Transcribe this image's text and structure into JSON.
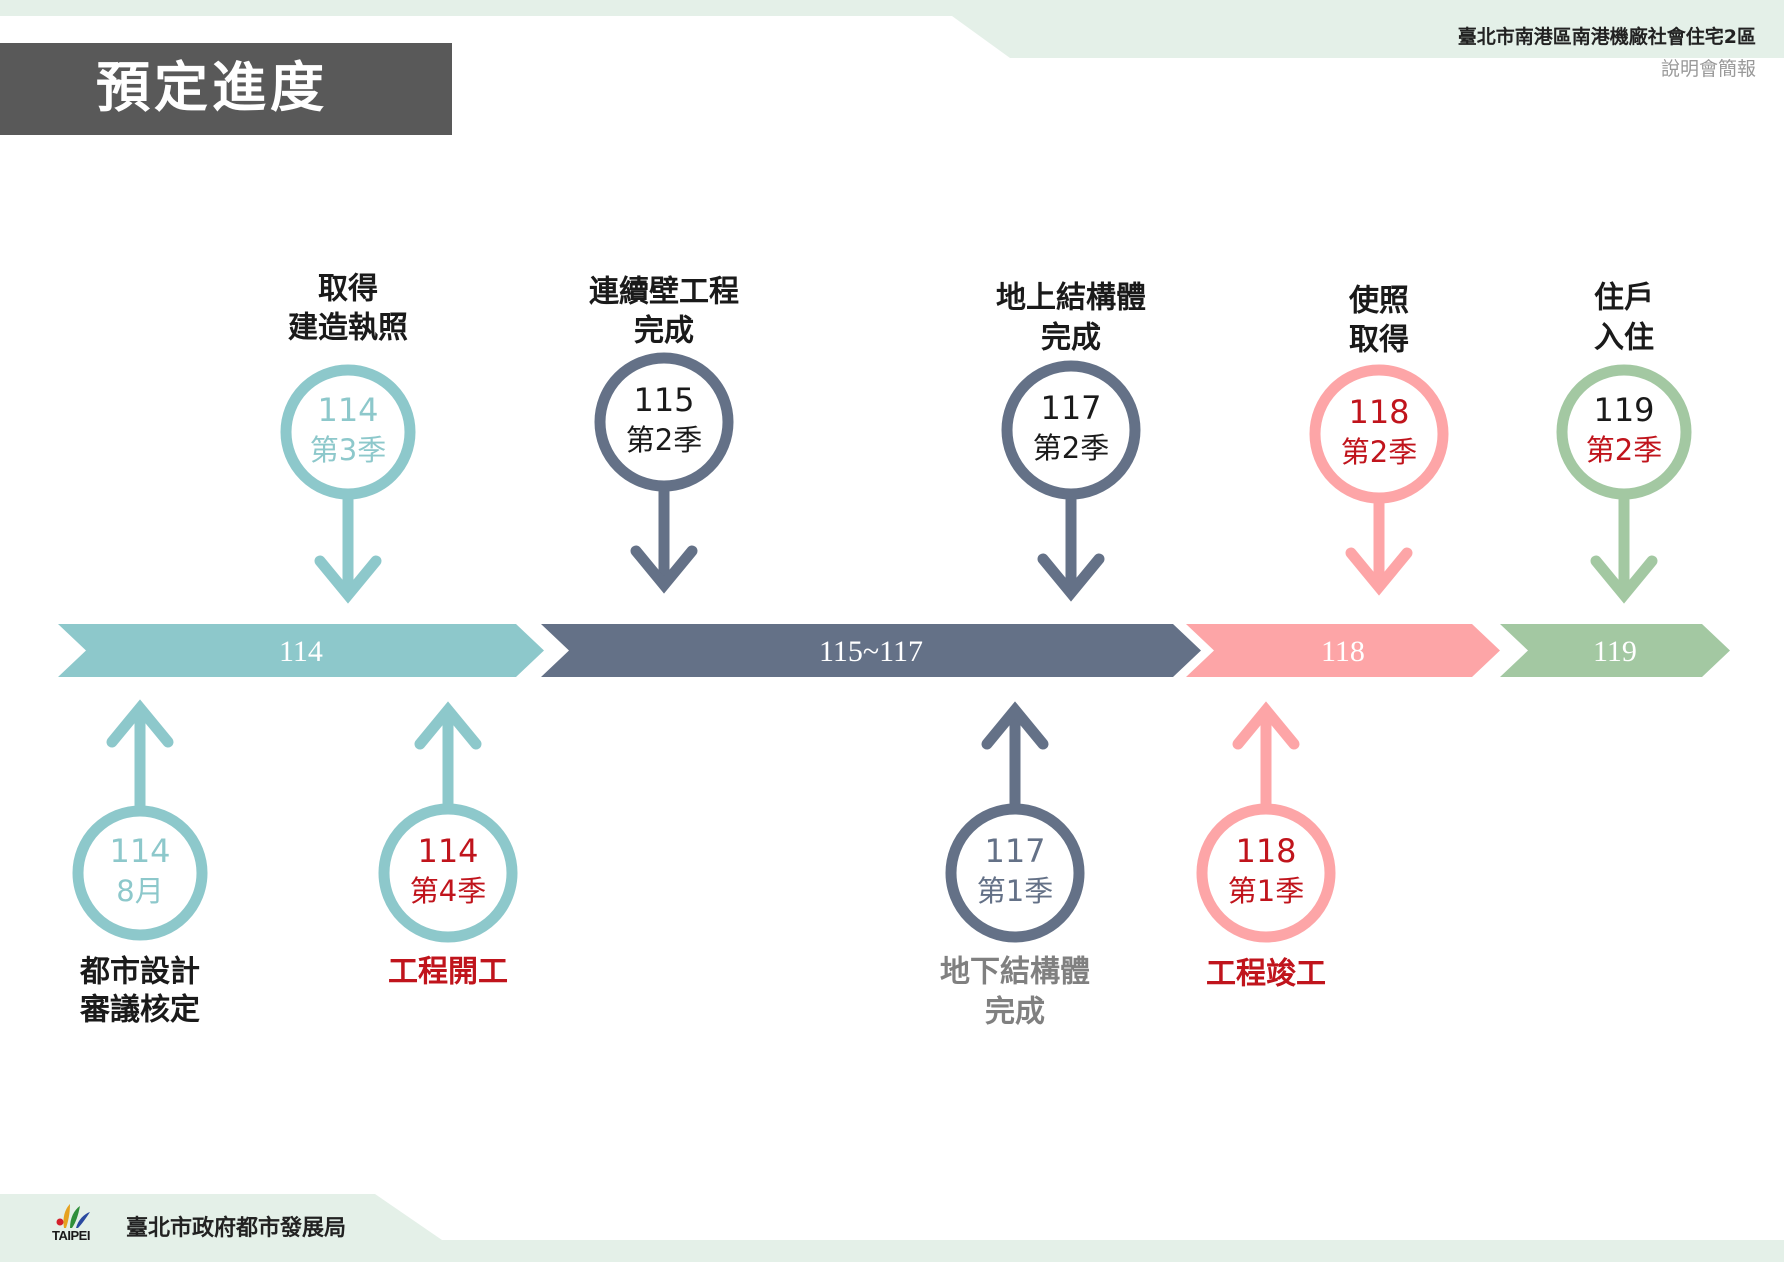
{
  "header": {
    "title": "預定進度",
    "project_name": "臺北市南港區南港機廠社會住宅2區",
    "document_type": "說明會簡報"
  },
  "footer": {
    "logo_text": "TAIPEI",
    "organization": "臺北市政府都市發展局"
  },
  "colors": {
    "teal": "#8dc8cb",
    "slate": "#647187",
    "pink": "#fda5a7",
    "green": "#a3c8a2",
    "red_text": "#c0141c",
    "black_text": "#1a1a1a",
    "gray_text": "#808080",
    "header_band": "#e4f0e8",
    "title_box": "#595959"
  },
  "timeline": {
    "segments": [
      {
        "label": "114",
        "color": "teal"
      },
      {
        "label": "115~117",
        "color": "slate"
      },
      {
        "label": "118",
        "color": "pink"
      },
      {
        "label": "119",
        "color": "green"
      }
    ]
  },
  "milestones": [
    {
      "id": "design-review",
      "side": "below",
      "color": "teal",
      "circle": [
        "114",
        "8月"
      ],
      "circle_colors": [
        "teal",
        "teal"
      ],
      "label": [
        "都市設計",
        "審議核定"
      ],
      "label_color": "black_text"
    },
    {
      "id": "building-permit",
      "side": "above",
      "color": "teal",
      "circle": [
        "114",
        "第3季"
      ],
      "circle_colors": [
        "teal",
        "teal"
      ],
      "label": [
        "取得",
        "建造執照"
      ],
      "label_color": "black_text"
    },
    {
      "id": "construction-start",
      "side": "below",
      "color": "teal",
      "circle": [
        "114",
        "第4季"
      ],
      "circle_colors": [
        "red_text",
        "red_text"
      ],
      "label": [
        "工程開工"
      ],
      "label_color": "red_text"
    },
    {
      "id": "diaphragm-wall",
      "side": "above",
      "color": "slate",
      "circle": [
        "115",
        "第2季"
      ],
      "circle_colors": [
        "black_text",
        "black_text"
      ],
      "label": [
        "連續壁工程",
        "完成"
      ],
      "label_color": "black_text"
    },
    {
      "id": "underground-structure",
      "side": "below",
      "color": "slate",
      "circle": [
        "117",
        "第1季"
      ],
      "circle_colors": [
        "slate",
        "slate"
      ],
      "label": [
        "地下結構體",
        "完成"
      ],
      "label_color": "gray_text"
    },
    {
      "id": "aboveground-structure",
      "side": "above",
      "color": "slate",
      "circle": [
        "117",
        "第2季"
      ],
      "circle_colors": [
        "black_text",
        "black_text"
      ],
      "label": [
        "地上結構體",
        "完成"
      ],
      "label_color": "black_text"
    },
    {
      "id": "construction-complete",
      "side": "below",
      "color": "pink",
      "circle": [
        "118",
        "第1季"
      ],
      "circle_colors": [
        "red_text",
        "red_text"
      ],
      "label": [
        "工程竣工"
      ],
      "label_color": "red_text"
    },
    {
      "id": "use-permit",
      "side": "above",
      "color": "pink",
      "circle": [
        "118",
        "第2季"
      ],
      "circle_colors": [
        "red_text",
        "red_text"
      ],
      "label": [
        "使照",
        "取得"
      ],
      "label_color": "black_text"
    },
    {
      "id": "move-in",
      "side": "above",
      "color": "green",
      "circle": [
        "119",
        "第2季"
      ],
      "circle_colors": [
        "black_text",
        "red_text"
      ],
      "label": [
        "住戶",
        "入住"
      ],
      "label_color": "black_text"
    }
  ]
}
